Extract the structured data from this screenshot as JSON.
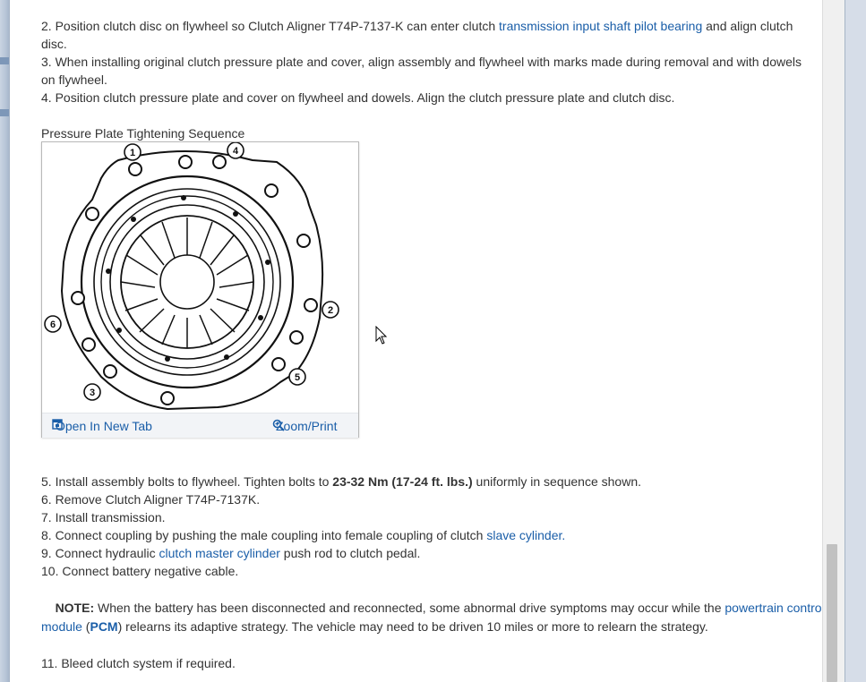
{
  "steps_top": [
    {
      "prefix": " 2. Position clutch disc on flywheel so Clutch Aligner T74P-7137-K can enter clutch ",
      "link": "transmission input shaft pilot bearing",
      "suffix": " and align clutch",
      "cont": "disc."
    },
    {
      "prefix": " 3. When installing original clutch pressure plate and cover, align assembly and flywheel with marks made during removal and with dowels",
      "cont": "on flywheel."
    },
    {
      "prefix": " 4. Position clutch pressure plate and cover on flywheel and dowels. Align the clutch pressure plate and clutch disc."
    }
  ],
  "figure": {
    "title": "Pressure Plate Tightening Sequence",
    "open_label": "Open In New Tab",
    "zoom_label": "Zoom/Print",
    "callouts": [
      "1",
      "2",
      "3",
      "4",
      "5",
      "6"
    ]
  },
  "steps_bottom": {
    "s5_pre": " 5. Install assembly bolts to flywheel. Tighten bolts to ",
    "s5_bold": "23-32 Nm (17-24 ft. lbs.)",
    "s5_post": " uniformly in sequence shown.",
    "s6": " 6. Remove Clutch Aligner T74P-7137K.",
    "s7": " 7. Install transmission.",
    "s8_pre": " 8. Connect coupling by pushing the male coupling into female coupling of clutch ",
    "s8_link": "slave cylinder.",
    "s9_pre": " 9. Connect hydraulic ",
    "s9_link": "clutch master cylinder",
    "s9_post": " push rod to clutch pedal.",
    "s10": "10. Connect battery negative cable."
  },
  "note": {
    "label": "NOTE:",
    "text1": " When the battery has been disconnected and reconnected, some abnormal drive symptoms may occur while the ",
    "link": "powertrain control module",
    "pcm_open": " (",
    "pcm": "PCM",
    "text2": ") relearns its adaptive strategy. The vehicle may need to be driven 10 miles or more to relearn the strategy."
  },
  "s11": "11. Bleed clutch system if required.",
  "colors": {
    "link": "#1a5ea8",
    "text": "#333333",
    "scrollbar_thumb": "#c1c1c1"
  }
}
